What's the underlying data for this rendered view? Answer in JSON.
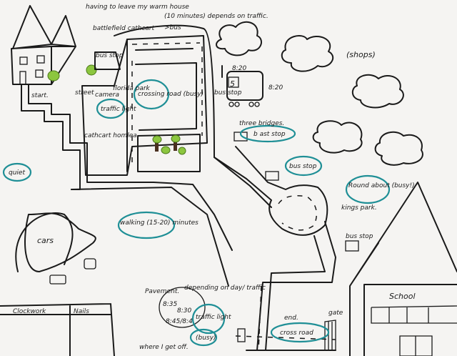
{
  "labels": {
    "house_note": "having to leave my warm house",
    "battlefield": "battlefield cathcart",
    "time_note": "(10 minutes) depends on traffic.",
    "bus_arrow": ">bus",
    "bus_stop_sign": "bus stop",
    "start": "start.",
    "street": "street",
    "camera": "camera",
    "park_note": "florida park",
    "traffic_light_1": "traffic light",
    "crossing": "crossing road (busy)",
    "cathcart": "cathcart homlea",
    "bus_number": "5",
    "bus_time_top": "8:20",
    "bus_time_side": "8:20",
    "bus_stop_left": "bus stop",
    "three_bridges": "three bridges.",
    "b_ast_stop": "b ast stop",
    "shops": "(shops)",
    "bus_stop_2": "bus stop",
    "roundabout": "Round about (busy!)",
    "kings_park": "kings park.",
    "bus_stop_3": "bus stop",
    "quiet": "quiet",
    "walking": "walking (15-20) minutes",
    "cars": "cars",
    "pavement": "Pavement.",
    "depending": "depending on day/ traffic",
    "time_835": "8:35",
    "time_830": "8:30",
    "time_845": "8:45/8:4",
    "traffic_light_2": "traffic light",
    "busy": "(busy)",
    "where_off": "where I get off.",
    "end": "end.",
    "cross_road": "cross road",
    "gate": "gate",
    "school": "School",
    "shop_clockwork": "Clockwork",
    "shop_nails": "Nails"
  },
  "colors": {
    "ink": "#1a1a1a",
    "highlight": "#1f8f96",
    "tree": "#8cc63f",
    "paper": "#f5f4f2"
  }
}
